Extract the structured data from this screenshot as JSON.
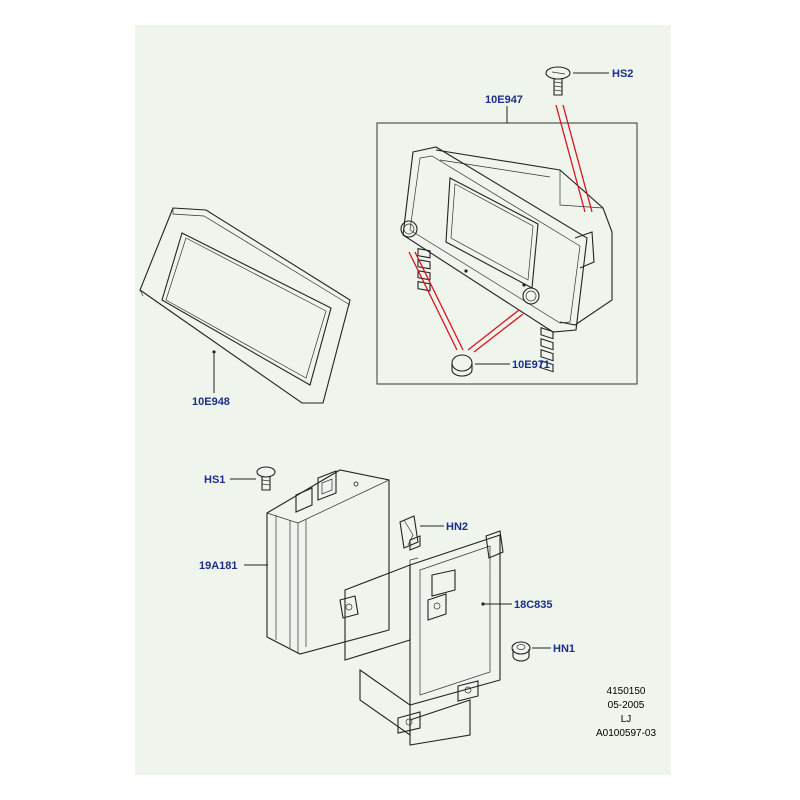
{
  "colors": {
    "background": "#eff5ec",
    "outline": "#222222",
    "label": "#1a2e8a",
    "leader_red": "#d8141c",
    "frame": "#333333"
  },
  "parts": {
    "hs2": "HS2",
    "p10e947": "10E947",
    "p10e948": "10E948",
    "p10e971": "10E971",
    "hs1": "HS1",
    "hn2": "HN2",
    "p19a181": "19A181",
    "p18c835": "18C835",
    "hn1": "HN1"
  },
  "reference": {
    "number": "4150150",
    "date": "05-2005",
    "initials": "LJ",
    "code": "A0100597-03"
  }
}
